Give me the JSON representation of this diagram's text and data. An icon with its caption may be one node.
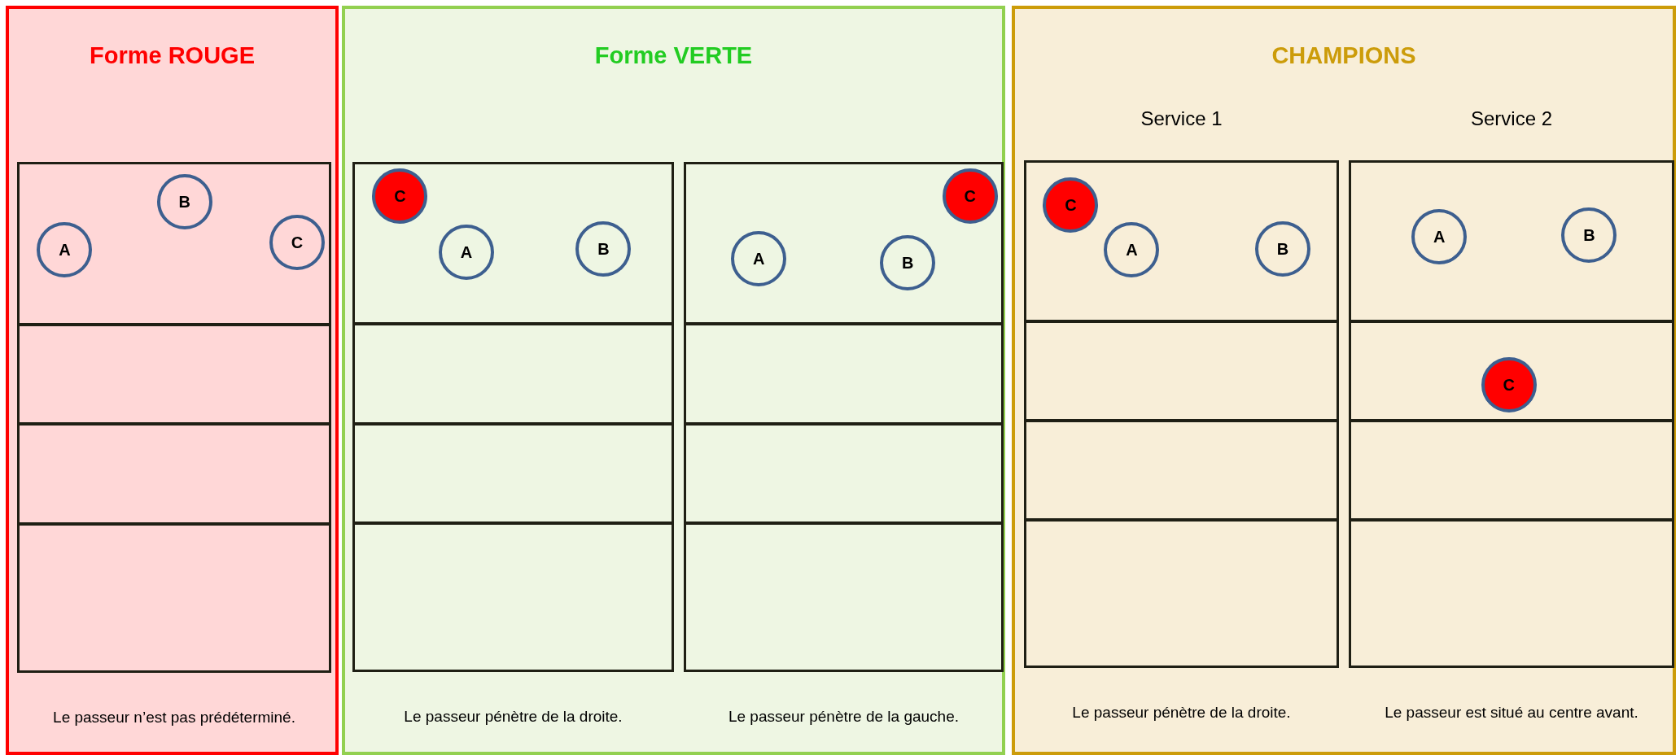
{
  "diagram": {
    "nodes": [
      {
        "text": [
          "Forme ROUGE"
        ]
      },
      {
        "text": [],
        "shape": "box",
        "in": 0,
        "beside": [
          "Le passeur n’est pas prédéterminé."
        ]
      },
      {
        "text": [
          "A"
        ],
        "in": 1
      },
      {
        "text": [
          "B"
        ],
        "in": 1
      },
      {
        "text": [
          "C"
        ],
        "in": 1
      },
      {
        "text": [
          "Forme VERTE"
        ]
      },
      {
        "text": [],
        "shape": "box",
        "in": 5,
        "beside": [
          "Le passeur pénètre de la droite."
        ]
      },
      {
        "text": [
          "C"
        ],
        "in": 6
      },
      {
        "text": [
          "A"
        ],
        "in": 6
      },
      {
        "text": [
          "B"
        ],
        "in": 6
      },
      {
        "text": [],
        "shape": "box",
        "in": 5,
        "beside": [
          "Le passeur pénètre de la gauche."
        ]
      },
      {
        "text": [
          "A"
        ],
        "in": 10
      },
      {
        "text": [
          "B"
        ],
        "in": 10
      },
      {
        "text": [
          "C"
        ],
        "in": 10
      },
      {
        "text": [
          "CHAMPIONS"
        ]
      },
      {
        "text": [],
        "shape": "box",
        "in": 14,
        "beside": [
          "Service 1",
          "Le passeur pénètre de la droite."
        ]
      },
      {
        "text": [
          "C"
        ],
        "in": 15
      },
      {
        "text": [
          "A"
        ],
        "in": 15
      },
      {
        "text": [
          "B"
        ],
        "in": 15
      },
      {
        "text": [],
        "shape": "box",
        "in": 14,
        "beside": [
          "Service 2",
          "Le passeur est situé au centre avant."
        ]
      },
      {
        "text": [
          "A"
        ],
        "in": 19
      },
      {
        "text": [
          "B"
        ],
        "in": 19
      },
      {
        "text": [
          "C"
        ],
        "in": 19
      }
    ]
  }
}
